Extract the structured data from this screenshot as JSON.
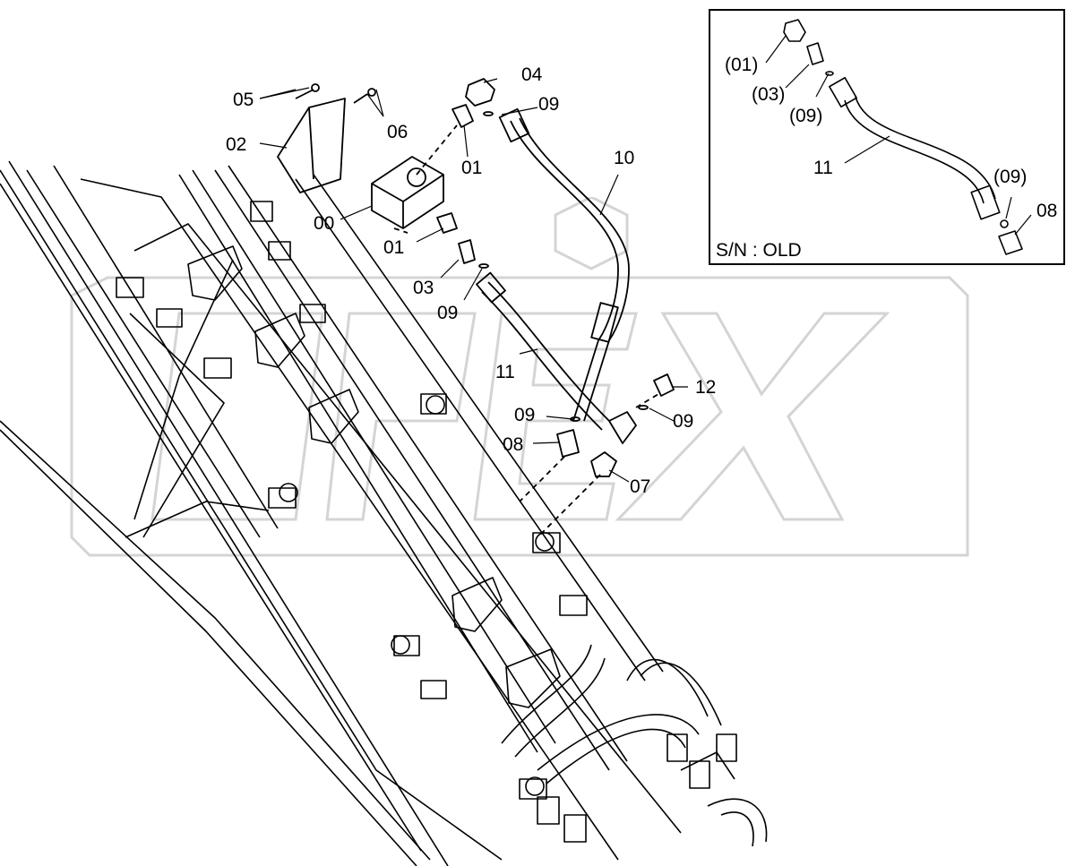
{
  "watermark": {
    "text": "OPEX",
    "color": "#d9d9d9"
  },
  "labels": {
    "p05": "05",
    "p02": "02",
    "p00": "00",
    "p04": "04",
    "p09a": "09",
    "p06": "06",
    "p01a": "01",
    "p10": "10",
    "p01b": "01",
    "p03": "03",
    "p09b": "09",
    "p11": "11",
    "p12": "12",
    "p09c": "09",
    "p09d": "09",
    "p08": "08",
    "p07": "07"
  },
  "inset": {
    "caption": "S/N : OLD",
    "labels": {
      "p01": "(01)",
      "p03": "(03)",
      "p09a": "(09)",
      "p11": "11",
      "p09b": "(09)",
      "p08": "08"
    }
  }
}
